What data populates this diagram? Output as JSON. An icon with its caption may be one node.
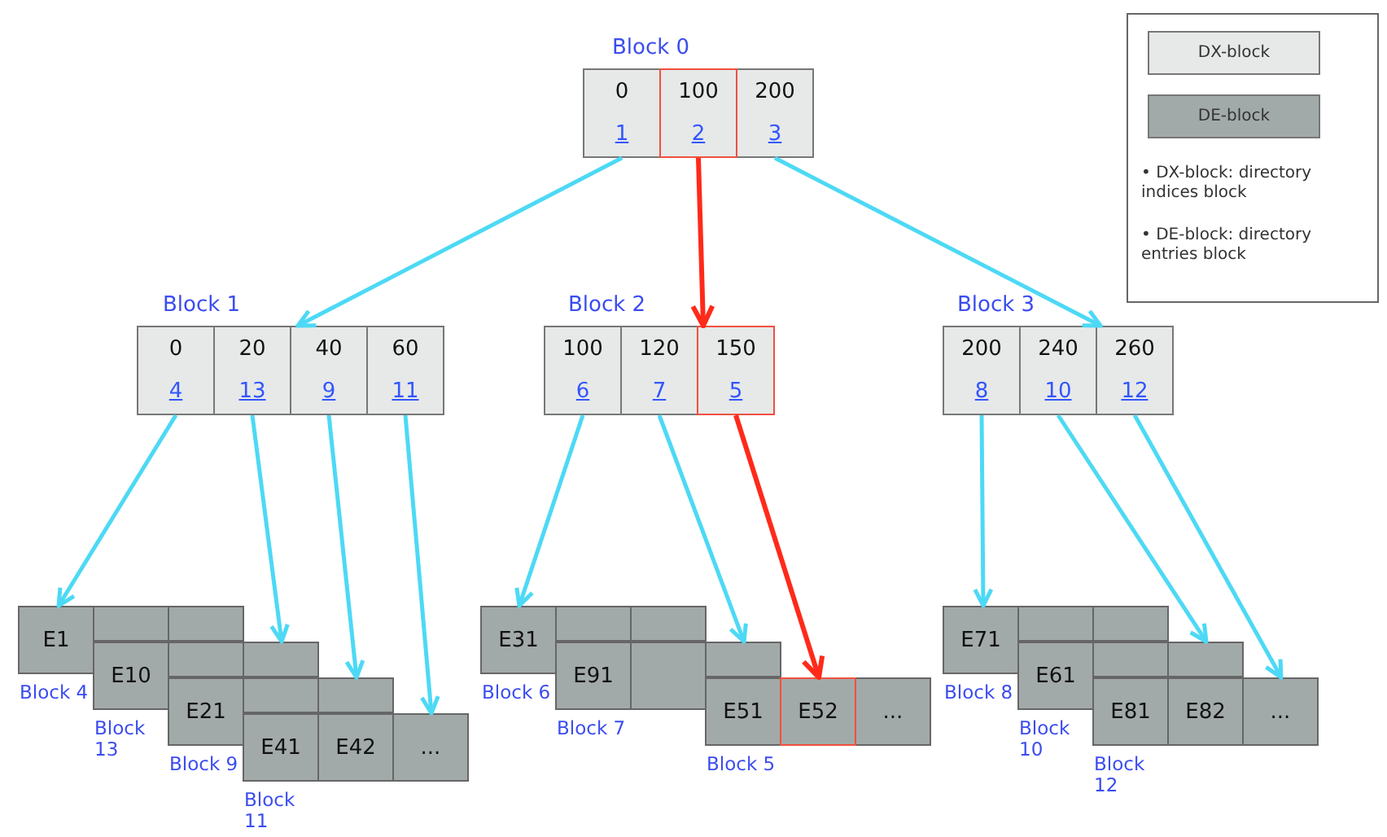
{
  "diagram": {
    "nodes": [
      {
        "text": [
          "Block 0"
        ]
      },
      {
        "text": [
          "0",
          "1"
        ],
        "in": 0
      },
      {
        "text": [
          "100",
          "2"
        ],
        "in": 0
      },
      {
        "text": [
          "200",
          "3"
        ],
        "in": 0
      },
      {
        "text": [
          "Block 1"
        ]
      },
      {
        "text": [
          "0",
          "4"
        ],
        "in": 4
      },
      {
        "text": [
          "20",
          "13"
        ],
        "in": 4
      },
      {
        "text": [
          "40",
          "9"
        ],
        "in": 4
      },
      {
        "text": [
          "60",
          "11"
        ],
        "in": 4
      },
      {
        "text": [
          "Block 2"
        ]
      },
      {
        "text": [
          "100",
          "6"
        ],
        "in": 9
      },
      {
        "text": [
          "120",
          "7"
        ],
        "in": 9
      },
      {
        "text": [
          "150",
          "5"
        ],
        "in": 9
      },
      {
        "text": [
          "Block 3"
        ]
      },
      {
        "text": [
          "200",
          "8"
        ],
        "in": 13
      },
      {
        "text": [
          "240",
          "10"
        ],
        "in": 13
      },
      {
        "text": [
          "260",
          "12"
        ],
        "in": 13
      },
      {
        "text": [
          "Block 4"
        ]
      },
      {
        "text": [
          "E1"
        ],
        "in": 17
      },
      {
        "text": [],
        "shape": "box",
        "in": 17
      },
      {
        "text": [],
        "shape": "box",
        "in": 17
      },
      {
        "text": [
          "Block 13"
        ]
      },
      {
        "text": [
          "E10"
        ],
        "in": 21
      },
      {
        "text": [],
        "shape": "box",
        "in": 21
      },
      {
        "text": [],
        "shape": "box",
        "in": 21
      },
      {
        "text": [
          "Block 9"
        ]
      },
      {
        "text": [
          "E21"
        ],
        "in": 25
      },
      {
        "text": [],
        "shape": "box",
        "in": 25
      },
      {
        "text": [],
        "shape": "box",
        "in": 25
      },
      {
        "text": [
          "Block 11"
        ]
      },
      {
        "text": [
          "E41"
        ],
        "in": 29
      },
      {
        "text": [
          "E42"
        ],
        "in": 29
      },
      {
        "text": [
          "..."
        ],
        "in": 29
      },
      {
        "text": [
          "Block 6"
        ]
      },
      {
        "text": [
          "E31"
        ],
        "in": 33
      },
      {
        "text": [],
        "shape": "box",
        "in": 33
      },
      {
        "text": [],
        "shape": "box",
        "in": 33
      },
      {
        "text": [
          "Block 7"
        ]
      },
      {
        "text": [
          "E91"
        ],
        "in": 37
      },
      {
        "text": [],
        "shape": "box",
        "in": 37
      },
      {
        "text": [],
        "shape": "box",
        "in": 37
      },
      {
        "text": [
          "Block 5"
        ]
      },
      {
        "text": [
          "E51"
        ],
        "in": 41
      },
      {
        "text": [
          "E52"
        ],
        "in": 41
      },
      {
        "text": [
          "..."
        ],
        "in": 41
      },
      {
        "text": [
          "Block 8"
        ]
      },
      {
        "text": [
          "E71"
        ],
        "in": 45
      },
      {
        "text": [],
        "shape": "box",
        "in": 45
      },
      {
        "text": [],
        "shape": "box",
        "in": 45
      },
      {
        "text": [
          "Block 10"
        ]
      },
      {
        "text": [
          "E61"
        ],
        "in": 49
      },
      {
        "text": [],
        "shape": "box",
        "in": 49
      },
      {
        "text": [],
        "shape": "box",
        "in": 49
      },
      {
        "text": [
          "Block 12"
        ]
      },
      {
        "text": [
          "E81"
        ],
        "in": 53
      },
      {
        "text": [
          "E82"
        ],
        "in": 53
      },
      {
        "text": [
          "..."
        ],
        "in": 53
      }
    ],
    "edges": [
      {
        "from": 1,
        "to": 4,
        "arrow": "to"
      },
      {
        "from": 2,
        "to": 9,
        "arrow": "to",
        "color": "#ff2a1a"
      },
      {
        "from": 3,
        "to": 13,
        "arrow": "to"
      },
      {
        "from": 5,
        "to": 17,
        "arrow": "to"
      },
      {
        "from": 6,
        "to": 21,
        "arrow": "to"
      },
      {
        "from": 7,
        "to": 25,
        "arrow": "to"
      },
      {
        "from": 8,
        "to": 29,
        "arrow": "to"
      },
      {
        "from": 10,
        "to": 33,
        "arrow": "to"
      },
      {
        "from": 11,
        "to": 37,
        "arrow": "to"
      },
      {
        "from": 12,
        "to": 43,
        "arrow": "to",
        "color": "#ff2a1a"
      },
      {
        "from": 14,
        "to": 45,
        "arrow": "to"
      },
      {
        "from": 15,
        "to": 49,
        "arrow": "to"
      },
      {
        "from": 16,
        "to": 53,
        "arrow": "to"
      }
    ],
    "labels": [
      "• DX-block: directory indices block",
      "• DE-block: directory entries block"
    ],
    "legend": [
      {
        "text": "DX-block",
        "color": "#e6e9e8"
      },
      {
        "text": "DE-block",
        "color": "#a2aaa9"
      }
    ]
  }
}
